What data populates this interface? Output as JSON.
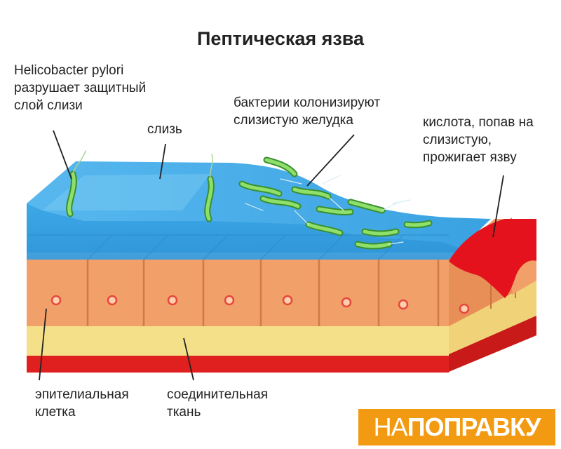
{
  "title": "Пептическая язва",
  "labels": {
    "helicobacter": [
      "Helicobacter pylori",
      "разрушает защитный",
      "слой слизи"
    ],
    "mucus": [
      "слизь"
    ],
    "bacteria": [
      "бактерии колонизируют",
      "слизистую желудка"
    ],
    "acid": [
      "кислота, попав на",
      "слизистую,",
      "прожигает язву"
    ],
    "epithelial": [
      "эпителиальная",
      "клетка"
    ],
    "connective": [
      "соединительная",
      "ткань"
    ]
  },
  "logo": {
    "part1": "НА",
    "part2": "ПОПРАВКУ"
  },
  "colors": {
    "mucus": "#3ea8e6",
    "cells": "#f2a06a",
    "connective": "#f5e08a",
    "base": "#e0201e",
    "ulcer": "#e3121c",
    "bacteria": "#6cc84a",
    "logo_bg": "#f29a12"
  }
}
